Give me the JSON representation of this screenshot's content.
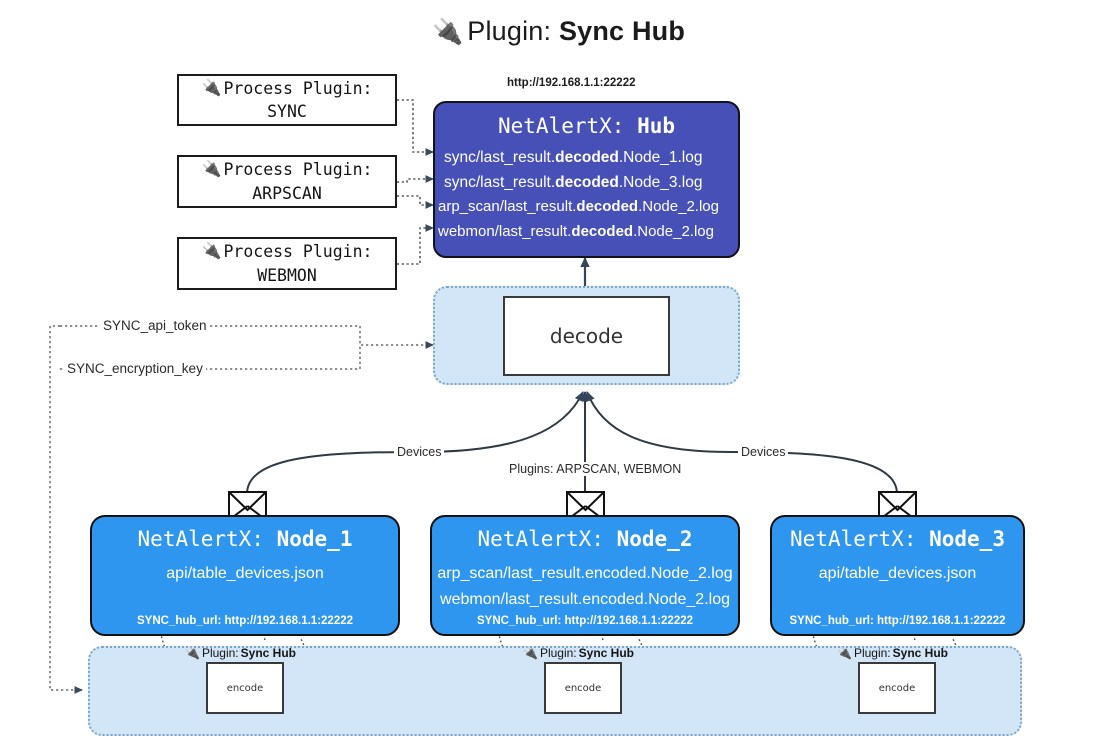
{
  "header": {
    "plug_icon": "plug-icon",
    "prefix": "Plugin: ",
    "name": "Sync Hub"
  },
  "colors": {
    "hub_fill": "#4750b7",
    "node_fill": "#2f96ef",
    "container_fill": "#d3e6f8",
    "container_border": "#7aa6c8",
    "box_border": "#1a1a1a"
  },
  "process_plugins": [
    {
      "label": "Process Plugin:",
      "name": "SYNC"
    },
    {
      "label": "Process Plugin:",
      "name": "ARPSCAN"
    },
    {
      "label": "Process Plugin:",
      "name": "WEBMON"
    }
  ],
  "hub": {
    "url": "http://192.168.1.1:22222",
    "prefix": "NetAlertX: ",
    "name": "Hub",
    "logs": [
      {
        "pre": "sync/last_result.",
        "bold": "decoded",
        "post": ".Node_1.log"
      },
      {
        "pre": "sync/last_result.",
        "bold": "decoded",
        "post": ".Node_3.log"
      },
      {
        "pre": "arp_scan/last_result.",
        "bold": "decoded",
        "post": ".Node_2.log"
      },
      {
        "pre": "webmon/last_result.",
        "bold": "decoded",
        "post": ".Node_2.log"
      }
    ]
  },
  "decode": {
    "label": "decode"
  },
  "settings": {
    "api_token": "SYNC_api_token",
    "encryption_key": "SYNC_encryption_key"
  },
  "edge_labels": {
    "devices_left": "Devices",
    "devices_right": "Devices",
    "plugins_center": "Plugins: ARPSCAN, WEBMON"
  },
  "nodes": [
    {
      "prefix": "NetAlertX: ",
      "name": "Node_1",
      "lines": [
        "api/table_devices.json"
      ],
      "hub_url": "SYNC_hub_url: http://192.168.1.1:22222"
    },
    {
      "prefix": "NetAlertX: ",
      "name": "Node_2",
      "lines": [
        "arp_scan/last_result.encoded.Node_2.log",
        "webmon/last_result.encoded.Node_2.log"
      ],
      "hub_url": "SYNC_hub_url: http://192.168.1.1:22222"
    },
    {
      "prefix": "NetAlertX: ",
      "name": "Node_3",
      "lines": [
        "api/table_devices.json"
      ],
      "hub_url": "SYNC_hub_url: http://192.168.1.1:22222"
    }
  ],
  "encoders": [
    {
      "plugin_prefix": "Plugin: ",
      "plugin_name": "Sync Hub",
      "label": "encode"
    },
    {
      "plugin_prefix": "Plugin: ",
      "plugin_name": "Sync Hub",
      "label": "encode"
    },
    {
      "plugin_prefix": "Plugin: ",
      "plugin_name": "Sync Hub",
      "label": "encode"
    }
  ]
}
